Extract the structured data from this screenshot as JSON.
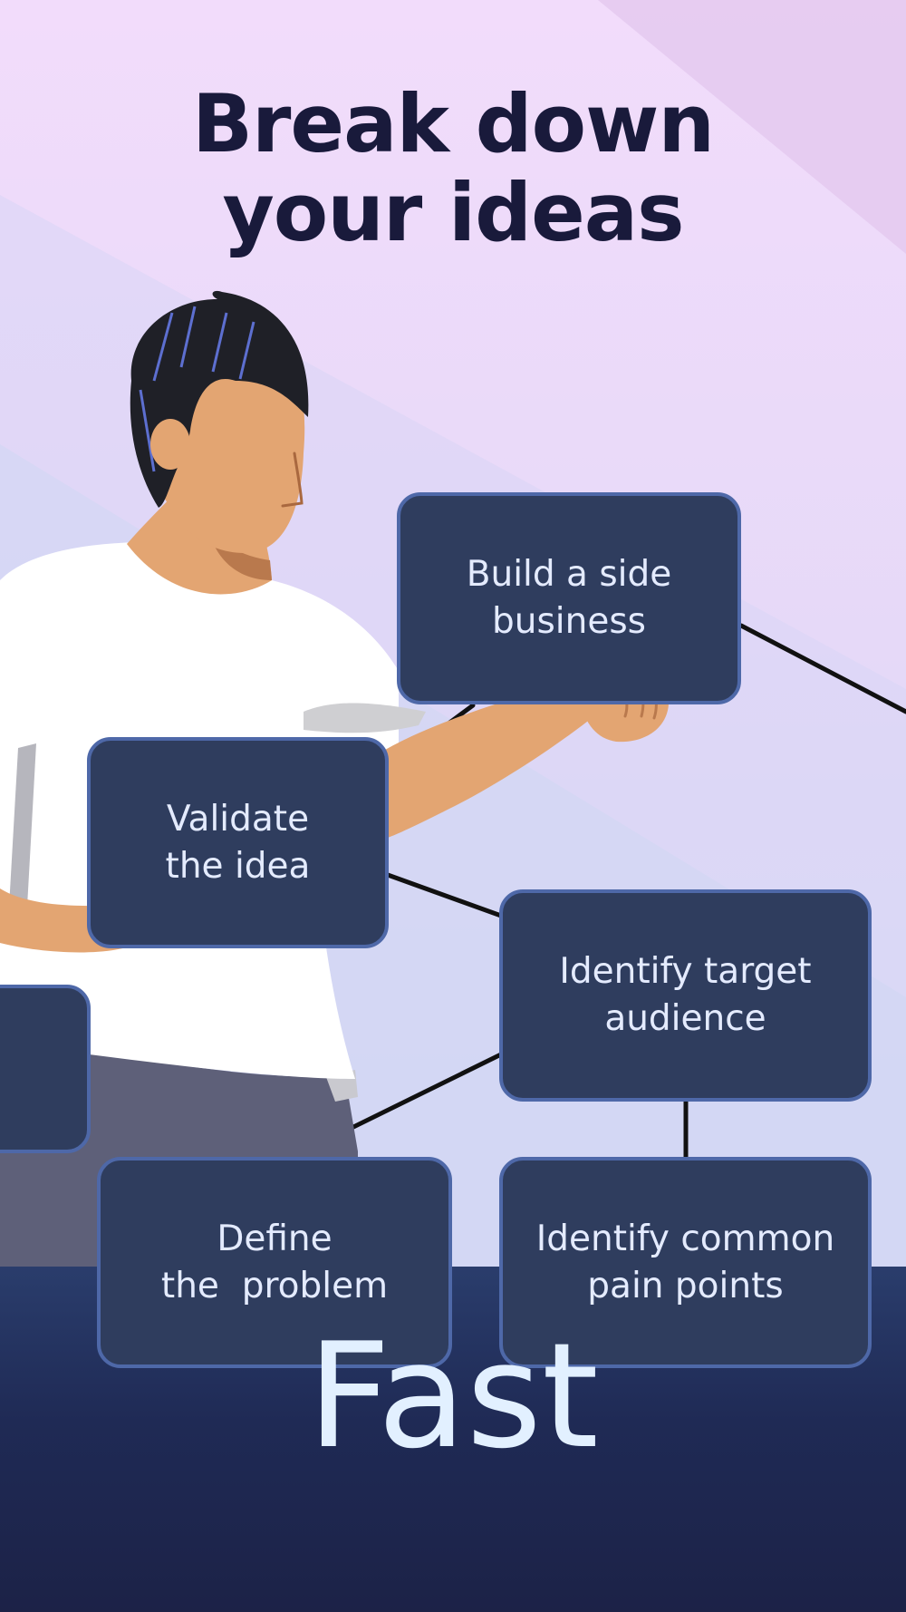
{
  "headline": {
    "line1": "Break down",
    "line2": "your ideas"
  },
  "boxes": {
    "side_business": {
      "line1": "Build a side",
      "line2": "business"
    },
    "validate": {
      "line1": "Validate",
      "line2": "the idea"
    },
    "target_audience": {
      "line1": "Identify target",
      "line2": "audience"
    },
    "define_problem": {
      "line1": "Define",
      "line2": "the  problem"
    },
    "pain_points": {
      "line1": "Identify common",
      "line2": "pain points"
    }
  },
  "footer": {
    "word": "Fast"
  },
  "colors": {
    "headline": "#191a3b",
    "box_fill": "#2f3d5e",
    "box_border": "#4e68a8",
    "box_text": "#e4ebff",
    "footer_band": "#1f2a55",
    "footer_text": "#e2f0ff",
    "skin": "#e3a572",
    "hair": "#1f2027",
    "shirt": "#ffffff",
    "pants": "#5e6079"
  },
  "illustration": {
    "figure": "man-with-shirt-holding-idea-boxes"
  }
}
